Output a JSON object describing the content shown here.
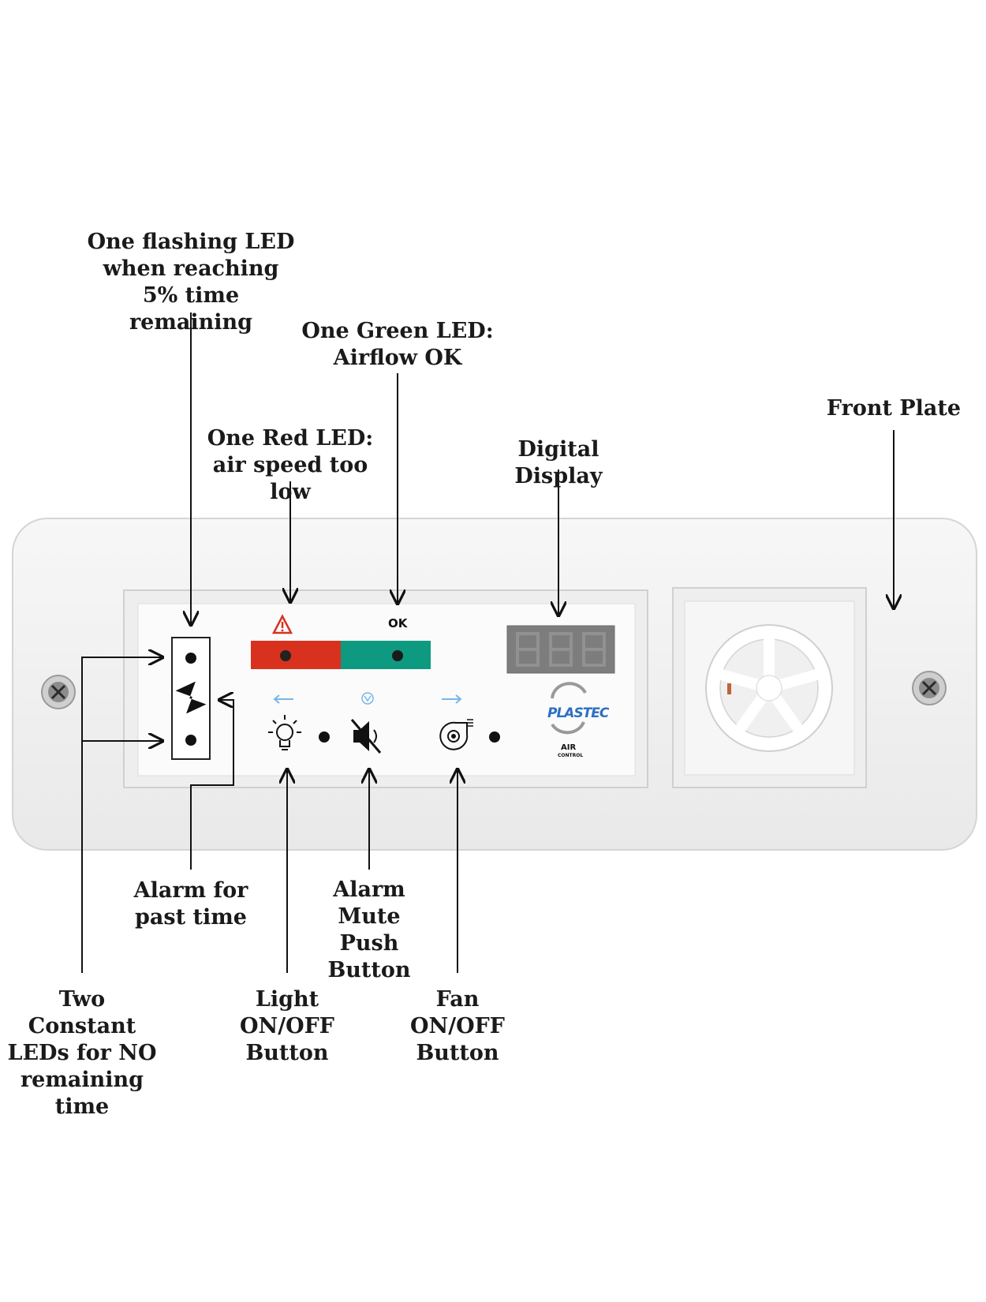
{
  "labels": {
    "flashing_led": "One flashing LED\nwhen reaching\n5% time remaining",
    "green_led": "One Green LED:\nAirflow OK",
    "front_plate": "Front Plate",
    "red_led": "One Red LED:\nair speed too low",
    "digital_display": "Digital Display",
    "alarm_past_time": "Alarm for\npast time",
    "alarm_mute": "Alarm Mute\nPush Button",
    "two_constant_leds": "Two Constant\nLEDs for NO\nremaining time",
    "light_button": "Light ON/OFF\nButton",
    "fan_button": "Fan ON/OFF\nButton"
  },
  "panel": {
    "ok_label": "OK",
    "logo_brand": "PLASTEC",
    "logo_sub1": "AIR",
    "logo_sub2": "CONTROL",
    "display_digits": "888"
  },
  "colors": {
    "red_led": "#d8321f",
    "green_led": "#0d9a80",
    "display_bg": "#7d7d7d",
    "arrow_blue": "#7ab6e6",
    "logo_blue": "#2d6fc2"
  },
  "icons": [
    "warning-icon",
    "hourglass-icon",
    "bulb-icon",
    "mute-icon",
    "fan-icon",
    "screw-icon",
    "vent-icon"
  ]
}
